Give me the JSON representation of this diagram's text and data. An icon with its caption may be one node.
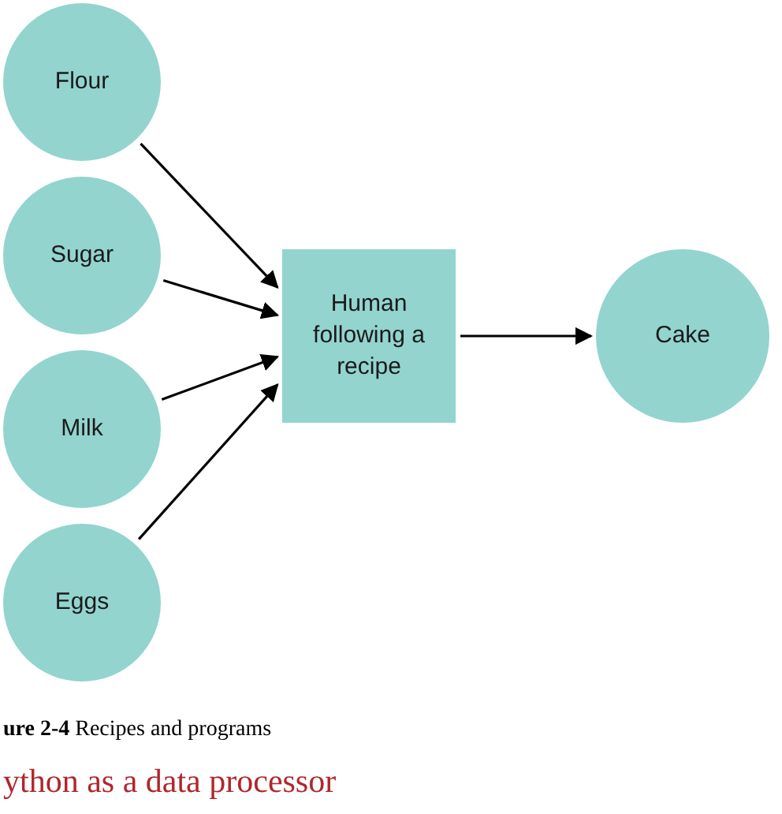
{
  "diagram": {
    "caption": "**ure 2-4** Recipes and programs",
    "nodes": [
      {
        "text": [
          "Flour"
        ]
      },
      {
        "text": [
          "Sugar"
        ]
      },
      {
        "text": [
          "Milk"
        ]
      },
      {
        "text": [
          "Eggs"
        ]
      },
      {
        "text": [
          "Human following a recipe"
        ]
      },
      {
        "text": [
          "Cake"
        ]
      }
    ],
    "edges": [
      {
        "from": 0,
        "to": 4,
        "arrow": "to"
      },
      {
        "from": 1,
        "to": 4,
        "arrow": "to"
      },
      {
        "from": 2,
        "to": 4,
        "arrow": "to"
      },
      {
        "from": 3,
        "to": 4,
        "arrow": "to"
      },
      {
        "from": 4,
        "to": 5,
        "arrow": "to"
      }
    ],
    "labels": [
      "ython as a data processor"
    ]
  }
}
